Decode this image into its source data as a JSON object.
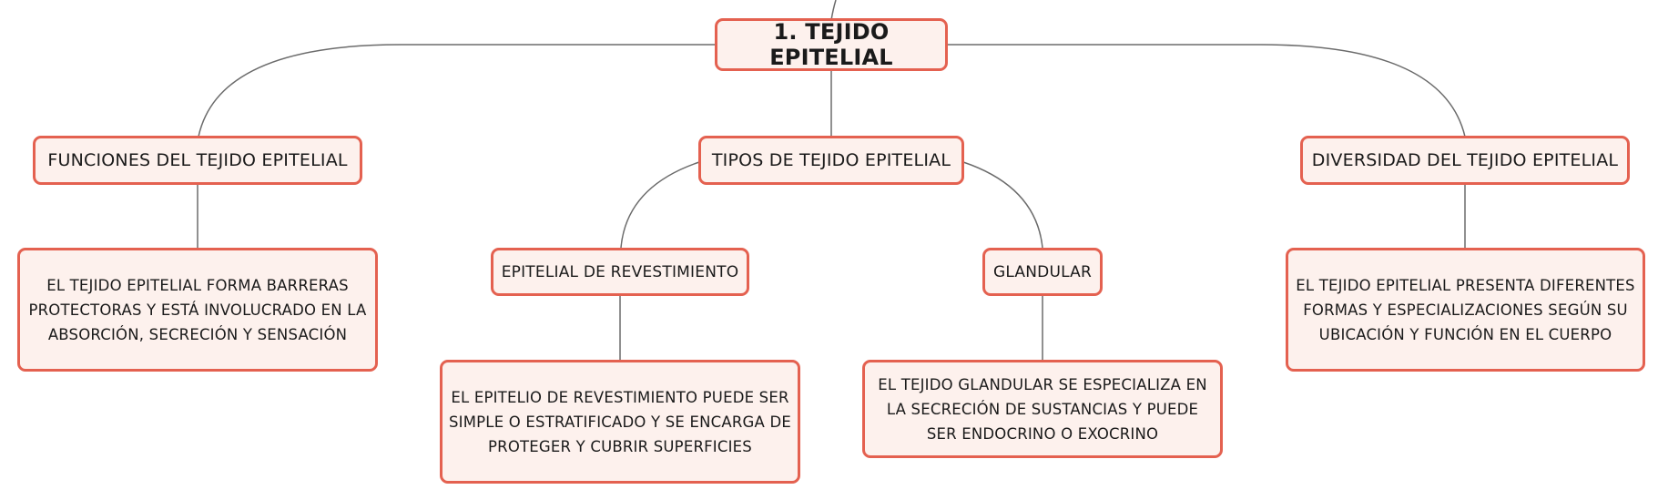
{
  "diagram": {
    "root": {
      "label": "1. TEJIDO EPITELIAL"
    },
    "branches": {
      "funciones": {
        "label": "FUNCIONES DEL TEJIDO EPITELIAL",
        "description": "EL TEJIDO EPITELIAL FORMA BARRERAS PROTECTORAS Y ESTÁ INVOLUCRADO EN LA ABSORCIÓN, SECRECIÓN Y SENSACIÓN"
      },
      "tipos": {
        "label": "TIPOS DE TEJIDO EPITELIAL",
        "revestimiento": {
          "label": "EPITELIAL DE REVESTIMIENTO",
          "description": "EL EPITELIO DE REVESTIMIENTO PUEDE SER SIMPLE O ESTRATIFICADO Y SE ENCARGA DE PROTEGER Y CUBRIR SUPERFICIES"
        },
        "glandular": {
          "label": "GLANDULAR",
          "description": "EL TEJIDO GLANDULAR SE ESPECIALIZA EN LA SECRECIÓN DE SUSTANCIAS Y PUEDE SER ENDOCRINO O EXOCRINO"
        }
      },
      "diversidad": {
        "label": "DIVERSIDAD DEL TEJIDO EPITELIAL",
        "description": "EL TEJIDO EPITELIAL PRESENTA DIFERENTES FORMAS Y ESPECIALIZACIONES SEGÚN SU UBICACIÓN Y FUNCIÓN EN EL CUERPO"
      }
    },
    "colors": {
      "node_border": "#e46150",
      "node_fill": "#fdf1ed",
      "connector": "#6b6b6b",
      "text": "#1a1a1a"
    }
  }
}
